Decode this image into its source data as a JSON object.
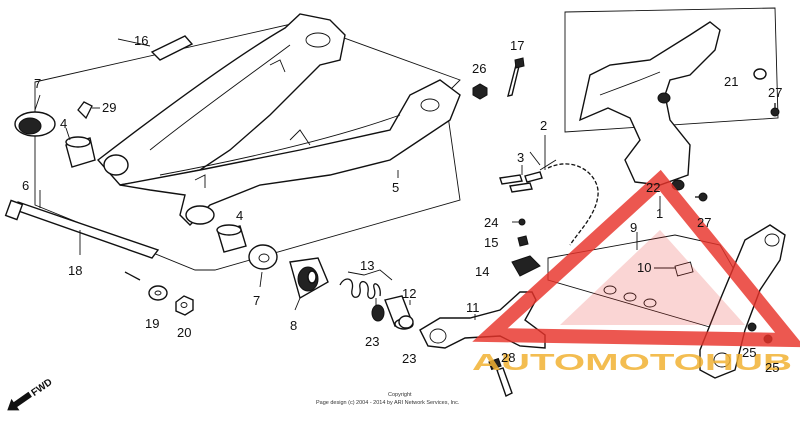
{
  "diagram": {
    "labels": {
      "l1": "1",
      "l2": "2",
      "l3": "3",
      "l4a": "4",
      "l4b": "4",
      "l5": "5",
      "l6": "6",
      "l7a": "7",
      "l7b": "7",
      "l8": "8",
      "l9": "9",
      "l10": "10",
      "l11": "11",
      "l12": "12",
      "l13": "13",
      "l14": "14",
      "l15": "15",
      "l16": "16",
      "l17": "17",
      "l18": "18",
      "l19": "19",
      "l20": "20",
      "l21": "21",
      "l22": "22",
      "l23a": "23",
      "l23b": "23",
      "l24": "24",
      "l25a": "25",
      "l25b": "25",
      "l26": "26",
      "l27a": "27",
      "l27b": "27",
      "l28": "28",
      "l29": "29"
    },
    "fwd": "FWD",
    "copyright_line1": "Copyright",
    "copyright_line2": "Page design (c) 2004 - 2014 by ARI Network Services, Inc.",
    "watermark": "AUTOMOTOHUB"
  },
  "colors": {
    "watermark_red": "#e8332a",
    "watermark_gold": "#f2b233"
  }
}
